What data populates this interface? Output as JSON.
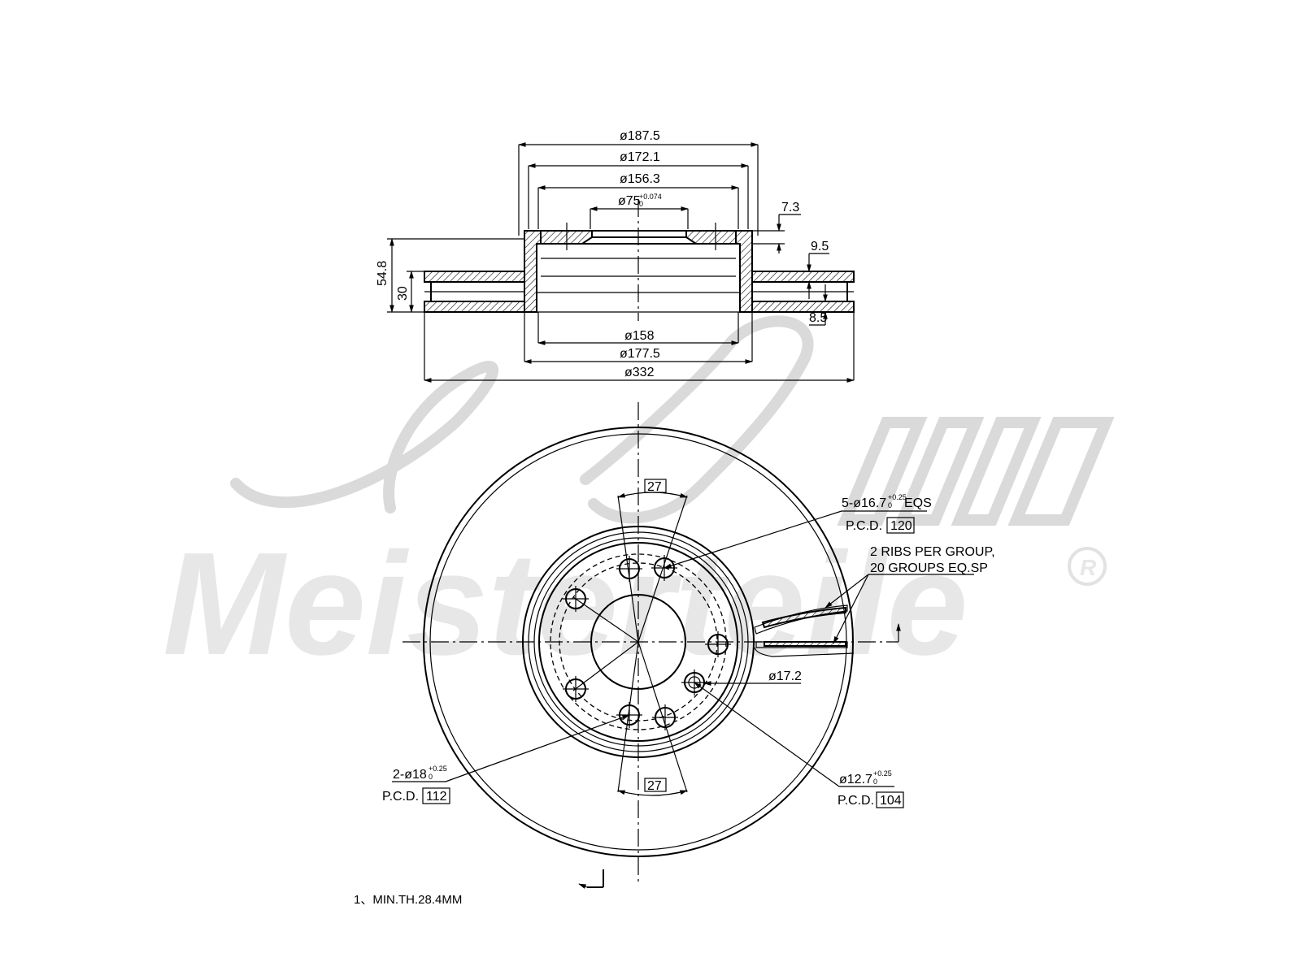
{
  "section_view": {
    "dims": {
      "d_187_5": "ø187.5",
      "d_172_1": "ø172.1",
      "d_156_3": "ø156.3",
      "d_75": "ø75",
      "d_75_tol_upper": "+0.074",
      "d_75_tol_lower": "0",
      "d_158": "ø158",
      "d_177_5": "ø177.5",
      "d_332": "ø332",
      "h_7_3": "7.3",
      "h_9_5": "9.5",
      "h_8_5": "8.5",
      "h_54_8": "54.8",
      "h_30": "30"
    }
  },
  "face_view": {
    "angle_top": "27",
    "angle_bottom": "27",
    "bolt_holes_5": {
      "label": "5-ø16.7",
      "tol_upper": "+0.25",
      "tol_lower": "0",
      "suffix": "EQS",
      "pcd_label": "P.C.D.",
      "pcd_value": "120"
    },
    "ribs": {
      "line1": "2 RIBS PER GROUP,",
      "line2": "20 GROUPS EQ.SP"
    },
    "hole_17_2": "ø17.2",
    "holes_2": {
      "label": "2-ø18",
      "tol_upper": "+0.25",
      "tol_lower": "0",
      "pcd_label": "P.C.D.",
      "pcd_value": "112"
    },
    "holes_12_7": {
      "label": "ø12.7",
      "tol_upper": "+0.25",
      "tol_lower": "0",
      "pcd_label": "P.C.D.",
      "pcd_value": "104"
    }
  },
  "notes": {
    "note1": "1、MIN.TH.28.4MM"
  },
  "watermark": {
    "line1": "A.L.",
    "line2": "Meisterteile",
    "registered": "R"
  }
}
